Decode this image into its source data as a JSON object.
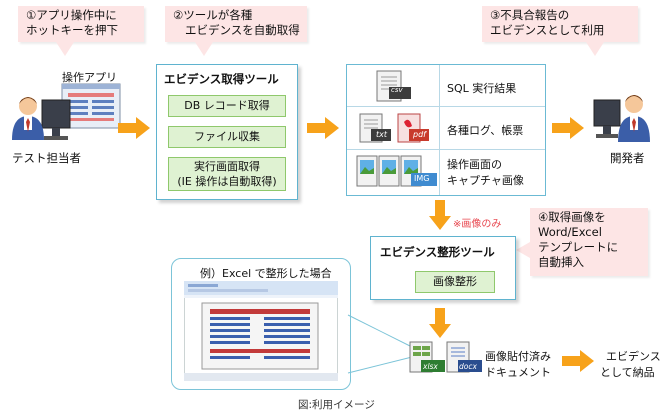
{
  "steps": {
    "step1": [
      "①アプリ操作中に",
      "ホットキーを押下"
    ],
    "step2": [
      "②ツールが各種",
      "エビデンスを自動取得"
    ],
    "step3": [
      "③不具合報告の",
      "エビデンスとして利用"
    ],
    "step4": [
      "④取得画像を",
      "Word/Excel",
      "テンプレートに",
      "自動挿入"
    ]
  },
  "actors": {
    "tester": "テスト担当者",
    "developer": "開発者",
    "app_label": "操作アプリ"
  },
  "evidence_tool": {
    "title": "エビデンス取得ツール",
    "buttons": [
      "DB レコード取得",
      "ファイル収集",
      "実行画面取得\n(IE 操作は自動取得)"
    ]
  },
  "outputs": {
    "sql": "SQL 実行結果",
    "logs": "各種ログ、帳票",
    "screens": [
      "操作画面の",
      "キャプチャ画像"
    ],
    "icon_labels": {
      "csv": "csv",
      "txt": "txt",
      "pdf": "pdf",
      "img": "IMG",
      "xlsx": "xlsx",
      "docx": "docx"
    }
  },
  "note_images_only": "※画像のみ",
  "format_tool": {
    "title": "エビデンス整形ツール",
    "button": "画像整形"
  },
  "example_box": {
    "title": "例）Excel で整形した場合"
  },
  "final": {
    "document": [
      "画像貼付済み",
      "ドキュメント"
    ],
    "delivery": [
      "エビデンス",
      "として納品"
    ]
  },
  "caption": "図:利用イメージ",
  "colors": {
    "callout_bg": "#fde5e5",
    "panel_border": "#5fb3cf",
    "button_bg": "#dff2d2",
    "arrow": "#f7a21a"
  }
}
